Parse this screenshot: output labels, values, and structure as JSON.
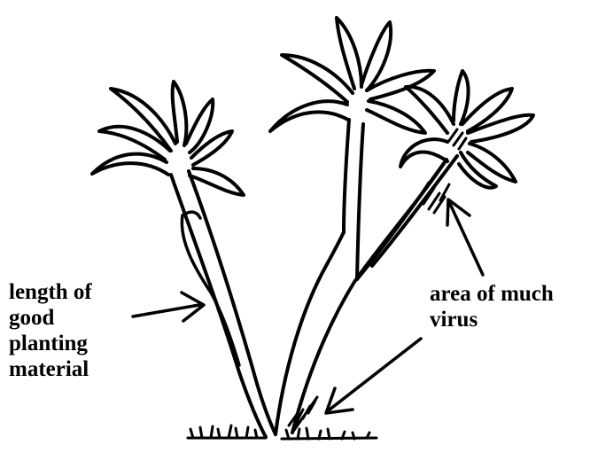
{
  "diagram": {
    "colors": {
      "ink": "#000000",
      "paper": "#ffffff"
    },
    "labels": {
      "good_material": {
        "lines": [
          "length of",
          "good",
          "planting",
          "material"
        ]
      },
      "virus_area": {
        "lines": [
          "area of much",
          "virus"
        ]
      }
    }
  }
}
